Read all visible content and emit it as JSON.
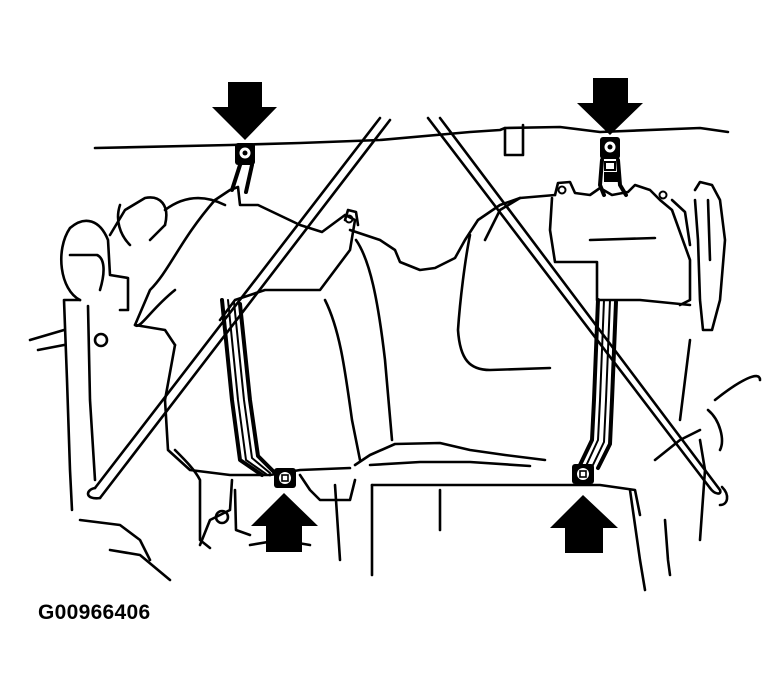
{
  "figure": {
    "caption": "G00966406",
    "subject": "fuel tank mounting with two straps",
    "background_color": "#ffffff",
    "line_color": "#000000"
  },
  "callouts": [
    {
      "id": "arrow-top-left",
      "direction": "down",
      "points_to": "strap-bolt-top-left"
    },
    {
      "id": "arrow-top-right",
      "direction": "down",
      "points_to": "strap-bolt-top-right"
    },
    {
      "id": "arrow-bottom-left",
      "direction": "up",
      "points_to": "strap-bolt-bottom-left"
    },
    {
      "id": "arrow-bottom-right",
      "direction": "up",
      "points_to": "strap-bolt-bottom-right"
    }
  ],
  "fasteners": [
    {
      "id": "strap-bolt-top-left"
    },
    {
      "id": "strap-bolt-top-right"
    },
    {
      "id": "strap-bolt-bottom-left"
    },
    {
      "id": "strap-bolt-bottom-right"
    }
  ]
}
